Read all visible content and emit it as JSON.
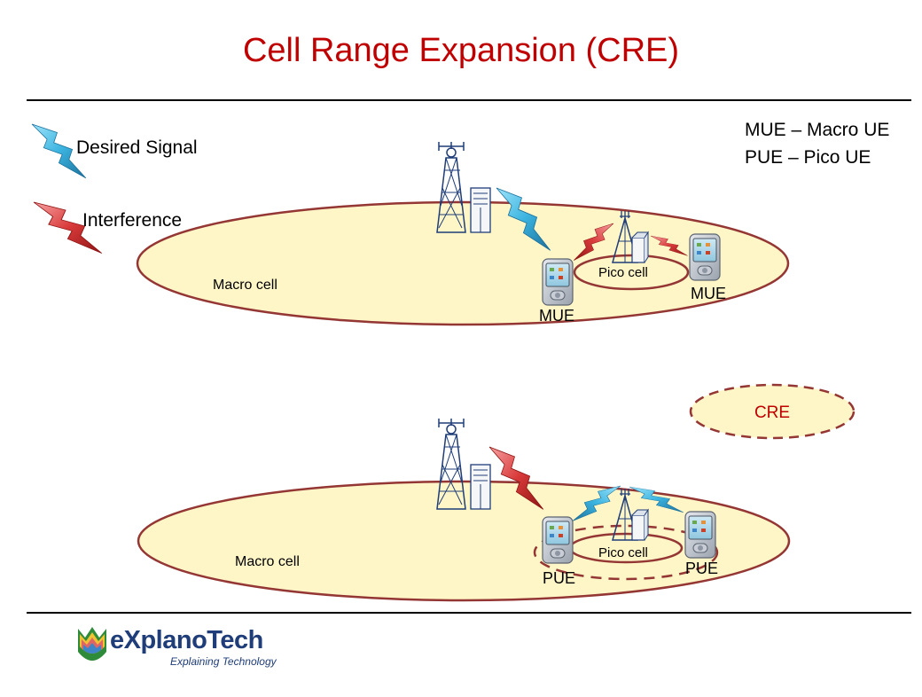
{
  "title": "Cell Range Expansion (CRE)",
  "legend": {
    "desired_signal": "Desired Signal",
    "interference": "Interference",
    "abbrev_mue": "MUE – Macro UE",
    "abbrev_pue": "PUE – Pico UE",
    "cre": "CRE"
  },
  "top_scenario": {
    "macro_cell": "Macro cell",
    "pico_cell": "Pico cell",
    "ue_left": "MUE",
    "ue_right": "MUE"
  },
  "bottom_scenario": {
    "macro_cell": "Macro cell",
    "pico_cell": "Pico cell",
    "ue_left": "PUE",
    "ue_right": "PUE"
  },
  "logo": {
    "name": "eXplanoTech",
    "tagline": "Explaining Technology"
  },
  "colors": {
    "title": "#c00000",
    "cell_fill": "#fff6c8",
    "cell_stroke": "#943634",
    "desired_signal": "#3cb4e0",
    "interference": "#d93a3a",
    "logo_text": "#1f3d78"
  }
}
